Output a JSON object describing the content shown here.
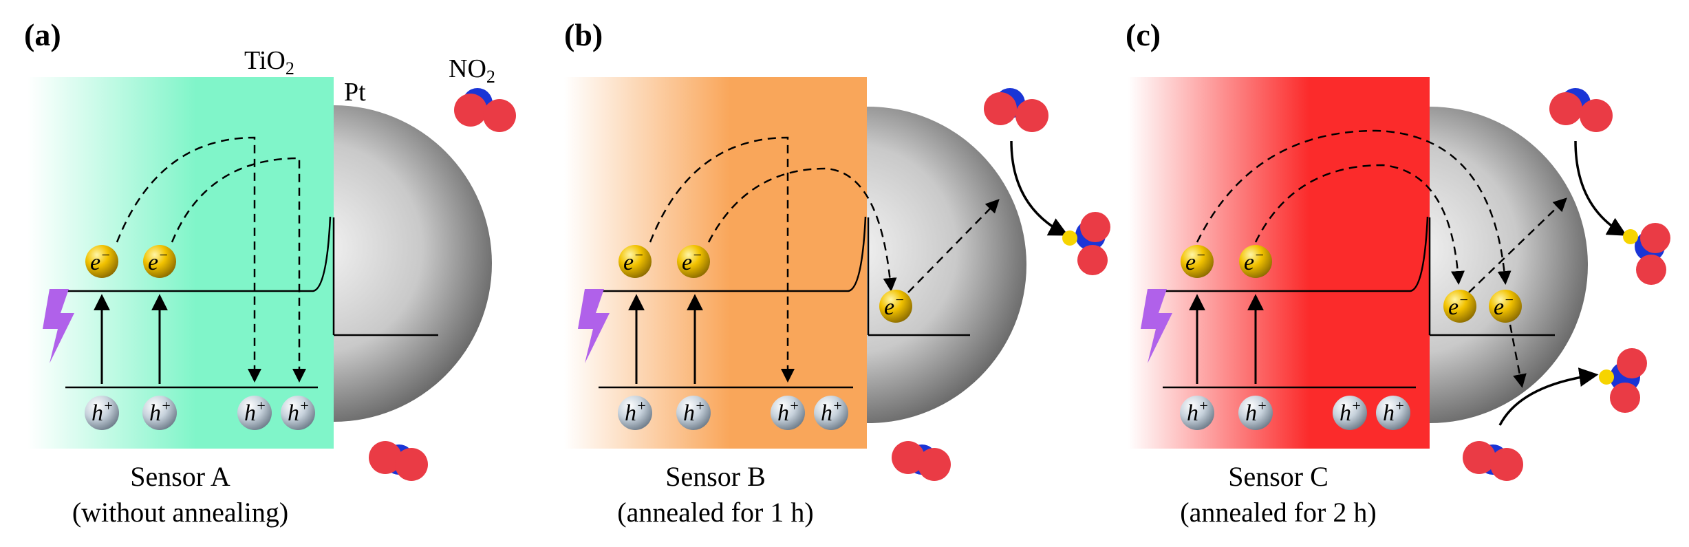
{
  "panels": [
    {
      "tag": "(a)",
      "caption_line1": "Sensor A",
      "caption_line2": "(without annealing)",
      "tio2_label": "TiO",
      "tio2_sub": "2",
      "pt_label": "Pt",
      "no2_label": "NO",
      "no2_sub": "2",
      "gradient_color": "#80f5c9"
    },
    {
      "tag": "(b)",
      "caption_line1": "Sensor B",
      "caption_line2": "(annealed for 1 h)",
      "gradient_color": "#f9a65a"
    },
    {
      "tag": "(c)",
      "caption_line1": "Sensor C",
      "caption_line2": "(annealed for 2 h)",
      "gradient_color": "#fb2b2b"
    }
  ],
  "particles": {
    "electron_symbol": "e",
    "electron_sup": "−",
    "hole_symbol": "h",
    "hole_sup": "+"
  },
  "colors": {
    "electron": "#f2c200",
    "hole": "#aebccb",
    "lightning": "#b061ea",
    "oxygen": "#ea3b45",
    "nitrogen": "#1a35d6",
    "adsorbed_electron": "#f6d400"
  }
}
